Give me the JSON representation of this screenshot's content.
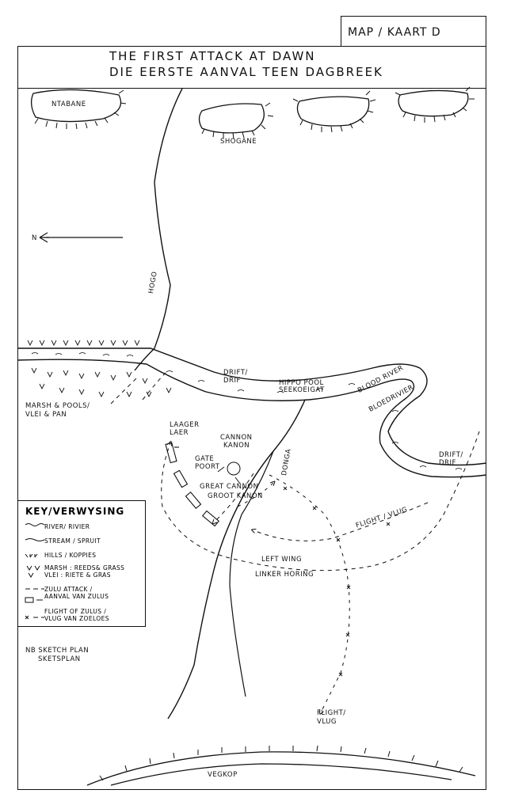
{
  "badge": "MAP / KAART   D",
  "title": {
    "english": "THE  FIRST  ATTACK  AT  DAWN",
    "afrikaans": "DIE  EERSTE  AANVAL  TEEN  DAGBREEK"
  },
  "places": {
    "ntabane": "NTABANE",
    "shogane": "SHOGANE",
    "vegkop": "VEGKOP",
    "hogo": "HOGO",
    "drift1": "DRIFT/",
    "drift1b": "DRIF",
    "hippo1": "HIPPO  POOL",
    "hippo2": "SEEKOEIGAT",
    "blood1": "BLOOD RIVER",
    "blood2": "BLOEDRIVIER",
    "drift2": "DRIFT/",
    "drift2b": "DRIF",
    "marsh1": "MARSH & POOLS/",
    "marsh2": "VLEI  & PAN",
    "laager1": "LAAGER",
    "laager2": "LAER",
    "cannon1": "CANNON",
    "cannon2": "KANON",
    "gate1": "GATE",
    "gate2": "POORT",
    "great1": "GREAT  CANNON",
    "great2": "GROOT KANON",
    "donga": "DONGA",
    "flight1": "FLIGHT / VLUG",
    "leftwing1": "LEFT  WING",
    "leftwing2": "LINKER HORING",
    "flight2a": "FLIGHT/",
    "flight2b": "VLUG",
    "north": "N"
  },
  "key": {
    "title": "KEY/VERWYSING",
    "river": "RIVER/ RIVIER",
    "stream": "STREAM / SPRUIT",
    "hills": "HILLS / KOPPIES",
    "marsh1": "MARSH : REEDS& GRASS",
    "marsh2": "VLEI : RIETE & GRAS",
    "zulu1": "ZULU ATTACK /",
    "zulu2": "AANVAL VAN ZULUS",
    "flight1": "FLIGHT  OF  ZULUS /",
    "flight2": "VLUG  VAN  ZOELOES"
  },
  "note": {
    "line1": "NB   SKETCH  PLAN",
    "line2": "SKETSPLAN"
  }
}
